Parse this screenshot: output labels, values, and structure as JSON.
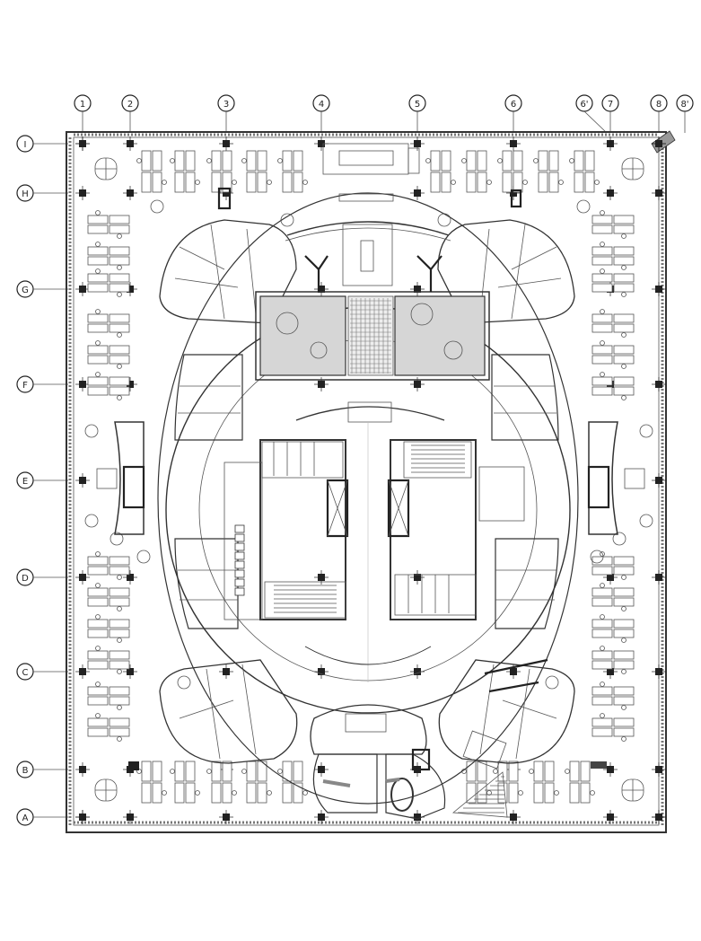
{
  "plan": {
    "column_grid": [
      "1",
      "2",
      "3",
      "4",
      "5",
      "6",
      "6'",
      "7",
      "8",
      "8'"
    ],
    "row_grid": [
      "I",
      "H",
      "G",
      "F",
      "E",
      "D",
      "C",
      "B",
      "A"
    ]
  }
}
